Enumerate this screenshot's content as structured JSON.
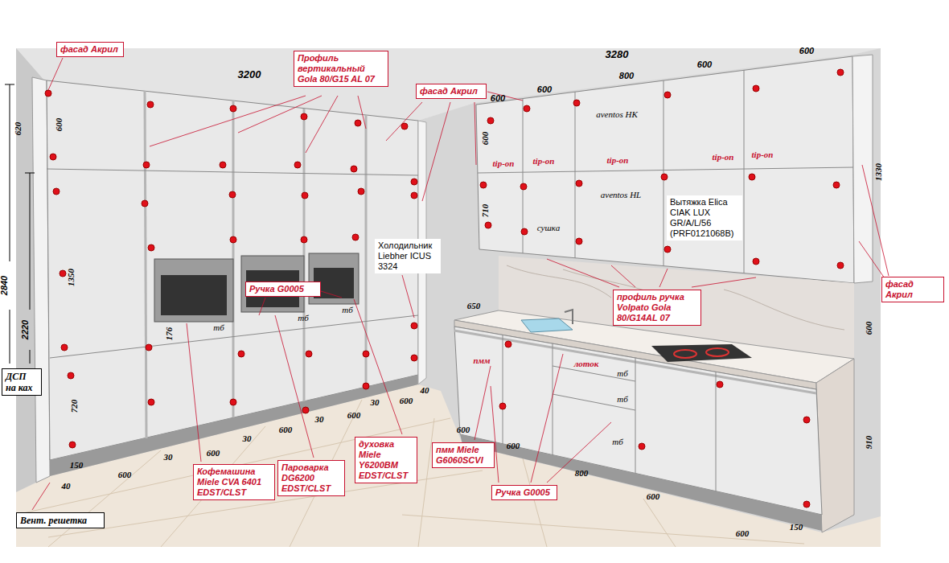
{
  "diagram": {
    "nodes": [
      {
        "text": [
          "фасад Акрил"
        ]
      },
      {
        "text": [
          "Профиль вертикальный Gola 80/G15 AL 07"
        ]
      },
      {
        "text": [
          "фасад Акрил"
        ]
      },
      {
        "text": [
          "Вытяжка Elica CIAK LUX GR/A/L/56 (PRF0121068B)"
        ]
      },
      {
        "text": [
          "Холодильник Liebher ICUS 3324"
        ]
      },
      {
        "text": [
          "фасад Акрил"
        ]
      },
      {
        "text": [
          "Ручка G0005"
        ]
      },
      {
        "text": [
          "профиль ручка Volpato Gola 80/G14AL 07"
        ]
      },
      {
        "text": [
          "ДСП на ках"
        ]
      },
      {
        "text": [
          "Кофемашина Miele CVA 6401 EDST/CLST"
        ]
      },
      {
        "text": [
          "Пароварка DG6200 EDST/CLST"
        ]
      },
      {
        "text": [
          "духовка Miele Y6200BM EDST/CLST"
        ]
      },
      {
        "text": [
          "пмм Miele G6060SCVI"
        ]
      },
      {
        "text": [
          "Ручка G0005"
        ]
      },
      {
        "text": [
          "Вент. решетка"
        ]
      }
    ],
    "labels": [
      "3200",
      "3280",
      "600",
      "600",
      "800",
      "600",
      "600",
      "620",
      "600",
      "2840",
      "2220",
      "1350",
      "720",
      "150",
      "40",
      "600",
      "tip-on",
      "tip-on",
      "aventos HK",
      "tip-on",
      "tip-on",
      "tip-on",
      "1330",
      "710",
      "aventos HL",
      "сушка",
      "650",
      "тб",
      "тб",
      "тб",
      "176",
      "600",
      "пмм",
      "лоток",
      "тб",
      "тб",
      "30",
      "600",
      "40",
      "30",
      "600",
      "600",
      "600",
      "30",
      "тб",
      "910",
      "600",
      "600",
      "30",
      "800",
      "600",
      "600",
      "150",
      "600"
    ]
  }
}
